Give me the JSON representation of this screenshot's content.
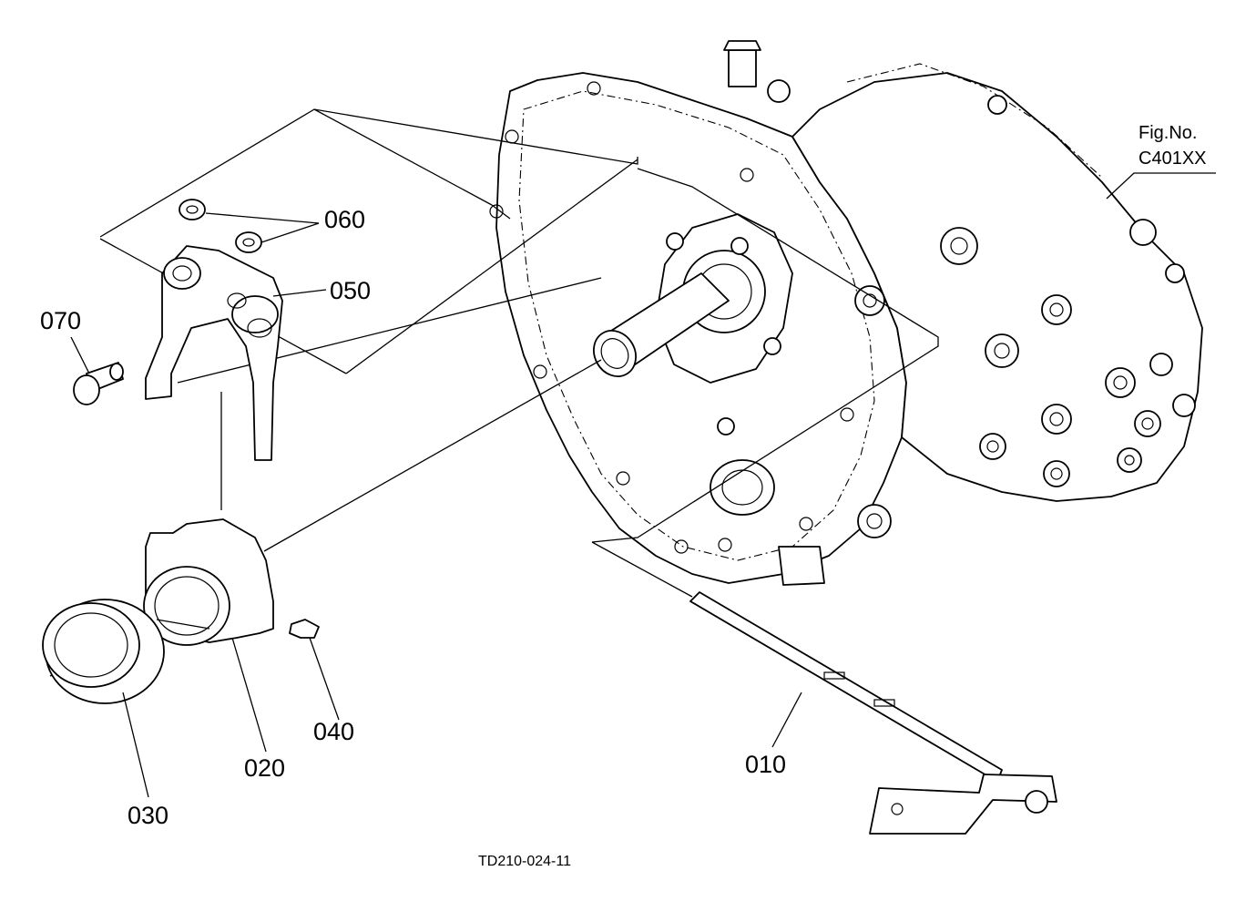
{
  "figure": {
    "fig_no_label": "Fig.No.",
    "fig_no_value": "C401XX",
    "drawing_code": "TD210-024-11"
  },
  "callouts": [
    {
      "id": "010",
      "label": "010"
    },
    {
      "id": "020",
      "label": "020"
    },
    {
      "id": "030",
      "label": "030"
    },
    {
      "id": "040",
      "label": "040"
    },
    {
      "id": "050",
      "label": "050"
    },
    {
      "id": "060",
      "label": "060"
    },
    {
      "id": "070",
      "label": "070"
    }
  ]
}
